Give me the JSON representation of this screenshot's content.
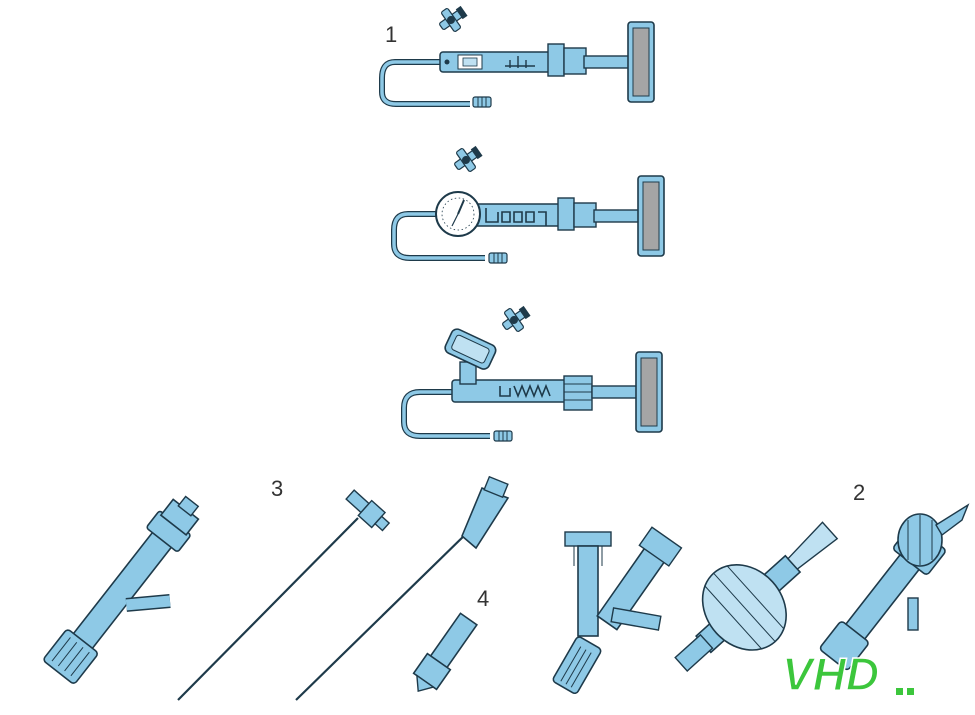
{
  "labels": {
    "one": "1",
    "two": "2",
    "three": "3",
    "four": "4"
  },
  "logo": {
    "text": "VHD"
  },
  "colors": {
    "device_fill": "#8ec9e6",
    "device_fill_light": "#bfe1f2",
    "outline": "#1e3a4a",
    "gray_pad": "#a5a5a5",
    "logo_green": "#3cc63c"
  }
}
